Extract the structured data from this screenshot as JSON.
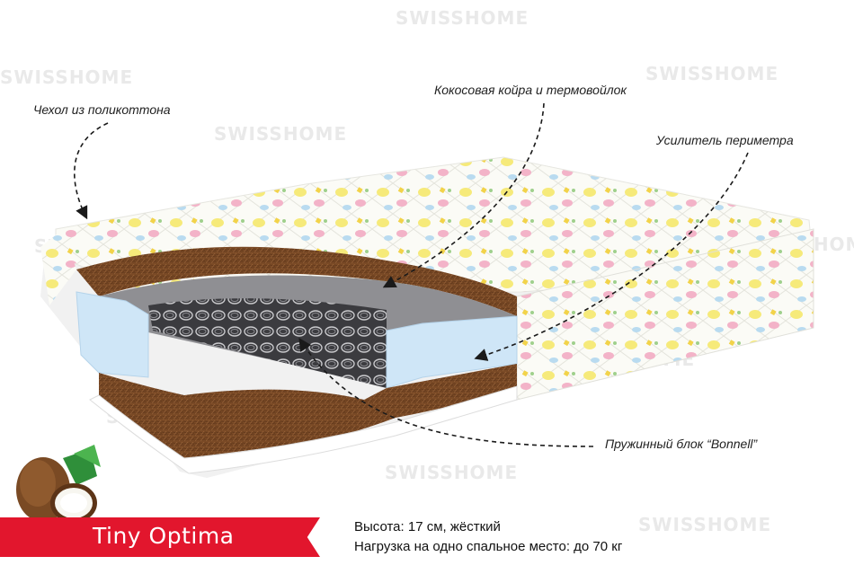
{
  "watermark": "SWISSHOME",
  "callouts": {
    "cover": "Чехол из поликоттона",
    "coir": "Кокосовая койра и термовойлок",
    "perimeter": "Усилитель периметра",
    "spring_block": "Пружинный блок “Bonnell”"
  },
  "product": {
    "name": "Tiny Optima"
  },
  "specs": {
    "height": "Высота: 17 см, жёсткий",
    "load": "Нагрузка на одно спальное место: до 70 кг"
  },
  "colors": {
    "accent": "#e2162d",
    "coir": "#7a4a26",
    "foam": "#cfe6f7",
    "felt": "#8f8f93"
  }
}
